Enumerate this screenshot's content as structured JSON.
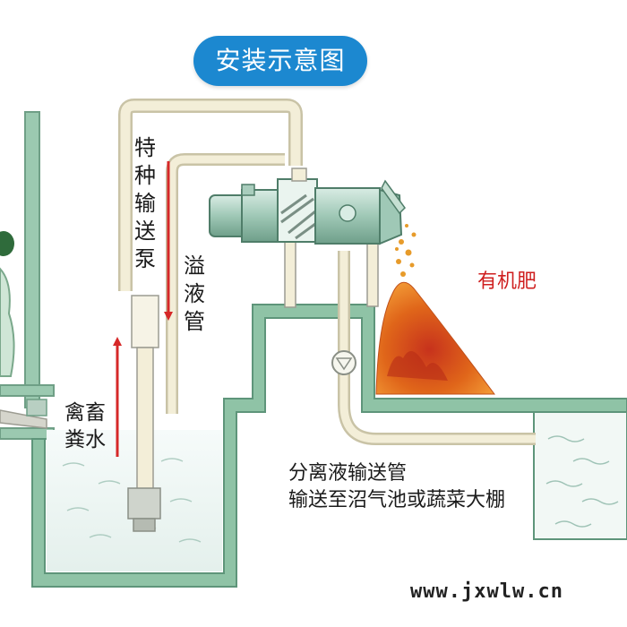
{
  "title": "安装示意图",
  "labels": {
    "pump": "特种输送泵",
    "overflow_pipe": "溢液管",
    "manure_water": "禽畜粪水",
    "organic_fertilizer": "有机肥",
    "separated_pipe": "分离液输送管",
    "destination": "输送至沼气池或蔬菜大棚"
  },
  "watermark": "www.jxwlw.cn",
  "colors": {
    "title_bg": "#1c88d0",
    "tank_wall": "#8fc3a6",
    "pipe": "#f3eed8",
    "fertilizer": "#e0661a",
    "flow_arrow": "#d62828"
  }
}
